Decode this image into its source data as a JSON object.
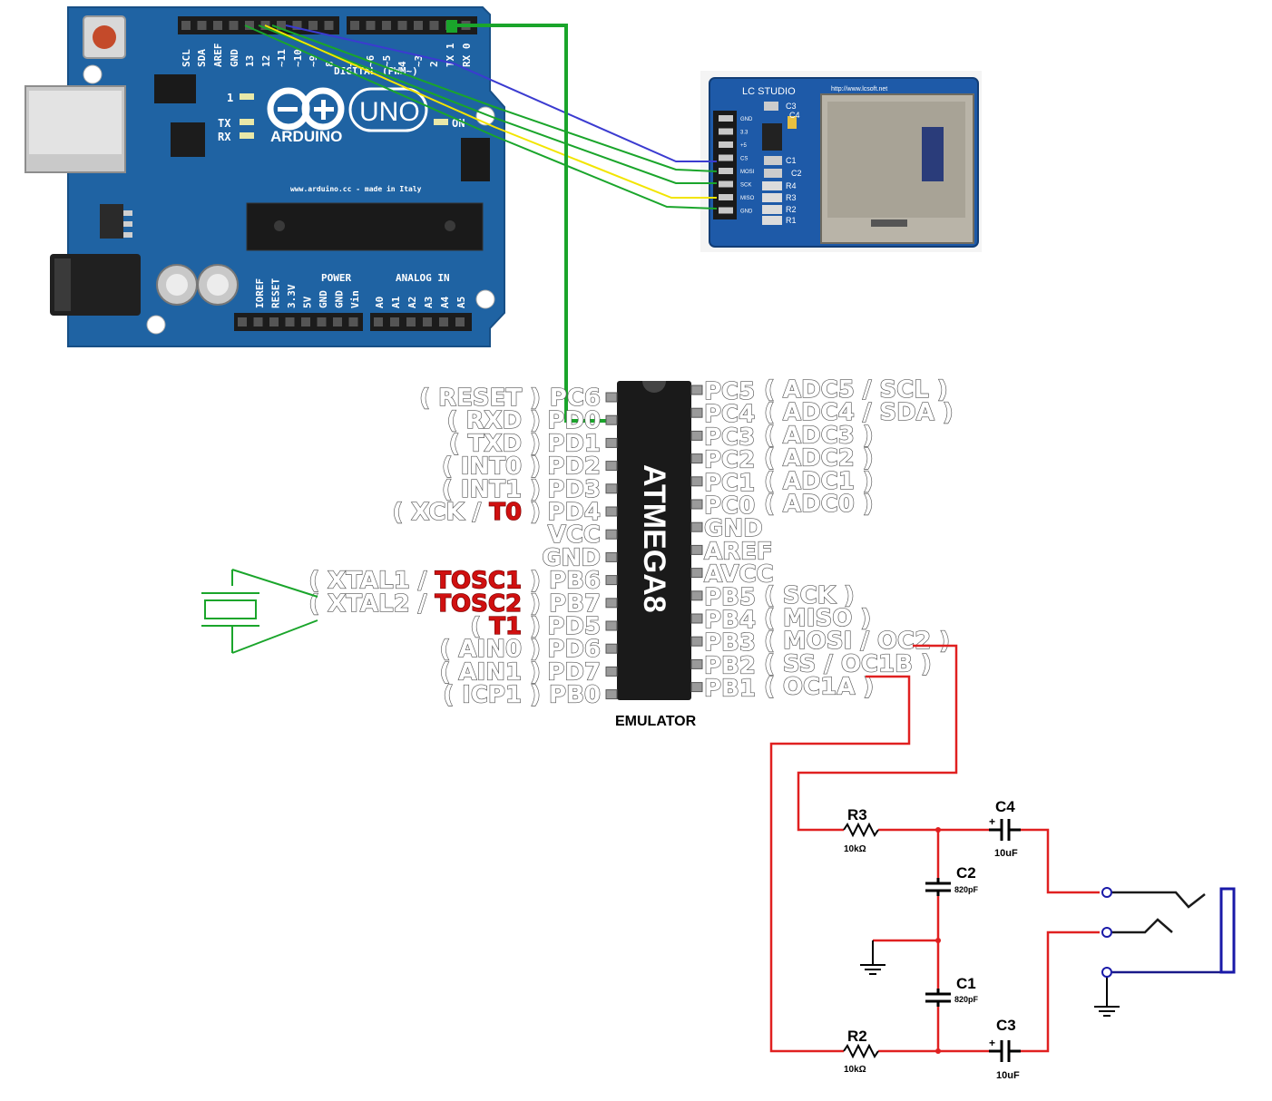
{
  "arduino": {
    "brand": "ARDUINO",
    "model": "UNO",
    "website": "www.arduino.cc - made in Italy",
    "on_label": "ON",
    "tx_label": "TX",
    "rx_label": "RX",
    "l_label": "1",
    "digital_header": "DIGITAL (PWM~)",
    "power_header": "POWER",
    "analog_header": "ANALOG IN",
    "top_pins": [
      "SCL",
      "SDA",
      "AREF",
      "GND",
      "13",
      "12",
      "~11",
      "~10",
      "~9",
      "8",
      "7",
      "~6",
      "~5",
      "4",
      "~3",
      "2",
      "TX 1",
      "RX 0"
    ],
    "power_pins": [
      "IOREF",
      "RESET",
      "3.3V",
      "5V",
      "GND",
      "GND",
      "Vin"
    ],
    "analog_pins": [
      "A0",
      "A1",
      "A2",
      "A3",
      "A4",
      "A5"
    ]
  },
  "sd_module": {
    "title": "LC STUDIO",
    "url": "http://www.lcsoft.net",
    "pins": [
      "GND",
      "3.3",
      "+5",
      "CS",
      "MOSI",
      "SCK",
      "MISO",
      "GND"
    ],
    "parts": [
      "C3",
      "C4",
      "C1",
      "C2",
      "R4",
      "R3",
      "R2",
      "R1"
    ]
  },
  "chip": {
    "name": "ATMEGA8",
    "caption": "EMULATOR",
    "left_pins": [
      {
        "pin": "PC6",
        "func": "( RESET )",
        "red": ""
      },
      {
        "pin": "PD0",
        "func": "( RXD )",
        "red": ""
      },
      {
        "pin": "PD1",
        "func": "( TXD )",
        "red": ""
      },
      {
        "pin": "PD2",
        "func": "( INT0 )",
        "red": ""
      },
      {
        "pin": "PD3",
        "func": "( INT1 )",
        "red": ""
      },
      {
        "pin": "PD4",
        "func": "( XCK / ",
        "red": "T0"
      },
      {
        "pin": "VCC",
        "func": "",
        "red": ""
      },
      {
        "pin": "GND",
        "func": "",
        "red": ""
      },
      {
        "pin": "PB6",
        "func": "( XTAL1 / ",
        "red": "TOSC1"
      },
      {
        "pin": "PB7",
        "func": "( XTAL2 / ",
        "red": "TOSC2"
      },
      {
        "pin": "PD5",
        "func": "( ",
        "red": "T1"
      },
      {
        "pin": "PD6",
        "func": "( AIN0 )",
        "red": ""
      },
      {
        "pin": "PD7",
        "func": "( AIN1 )",
        "red": ""
      },
      {
        "pin": "PB0",
        "func": "( ICP1 )",
        "red": ""
      }
    ],
    "right_pins": [
      {
        "pin": "PC5",
        "func": "( ADC5 / SCL )"
      },
      {
        "pin": "PC4",
        "func": "( ADC4 / SDA )"
      },
      {
        "pin": "PC3",
        "func": "( ADC3 )"
      },
      {
        "pin": "PC2",
        "func": "( ADC2 )"
      },
      {
        "pin": "PC1",
        "func": "( ADC1 )"
      },
      {
        "pin": "PC0",
        "func": "( ADC0 )"
      },
      {
        "pin": "GND",
        "func": ""
      },
      {
        "pin": "AREF",
        "func": ""
      },
      {
        "pin": "AVCC",
        "func": ""
      },
      {
        "pin": "PB5",
        "func": "( SCK )"
      },
      {
        "pin": "PB4",
        "func": "( MISO )"
      },
      {
        "pin": "PB3",
        "func": "( MOSI / OC2 )"
      },
      {
        "pin": "PB2",
        "func": "( SS / OC1B )"
      },
      {
        "pin": "PB1",
        "func": "( OC1A )"
      }
    ]
  },
  "filter": {
    "r3": {
      "name": "R3",
      "value": "10kΩ"
    },
    "r2": {
      "name": "R2",
      "value": "10kΩ"
    },
    "c4": {
      "name": "C4",
      "value": "10uF",
      "polarity": "+"
    },
    "c3": {
      "name": "C3",
      "value": "10uF",
      "polarity": "+"
    },
    "c2": {
      "name": "C2",
      "value": "820pF"
    },
    "c1": {
      "name": "C1",
      "value": "820pF"
    }
  },
  "colors": {
    "board": "#1f63a3",
    "wire_green": "#1aa52b",
    "wire_red": "#e02020",
    "wire_blue": "#3b3bd0",
    "wire_yellow": "#f2e500",
    "jack_blue": "#1a1aa8"
  }
}
